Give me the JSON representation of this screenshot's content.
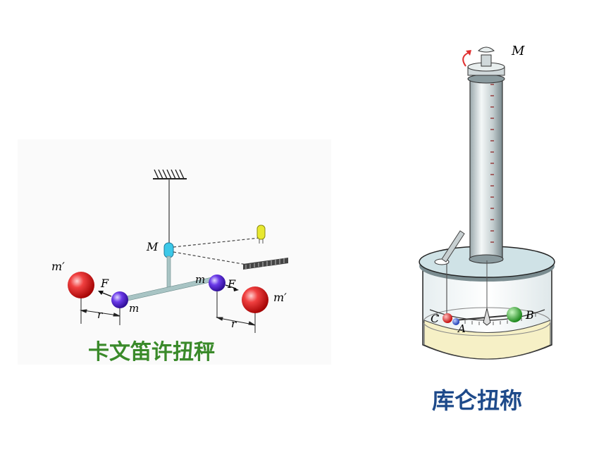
{
  "cavendish": {
    "caption": "卡文笛许扭秤",
    "labels": {
      "mirror": "M",
      "big_mass_left": "m′",
      "big_mass_right": "m′",
      "small_mass_left": "m",
      "small_mass_right": "m",
      "force_left": "F",
      "force_right": "F",
      "distance_left": "r",
      "distance_right": "r"
    }
  },
  "coulomb": {
    "caption": "库仑扭称",
    "labels": {
      "knob": "M",
      "ball_a": "A",
      "ball_b": "B",
      "ball_c": "C"
    }
  },
  "colors": {
    "cavendish_caption": "#3a8a2a",
    "coulomb_caption": "#1e4a8a",
    "big_sphere": "#e02020",
    "small_sphere": "#5a2ad8",
    "rod": "#a8c4c4",
    "mirror": "#3cc8e8",
    "lamp": "#e8e830",
    "cylinder_top": "#cfe2e6",
    "base_fill": "#f6f0c6",
    "ball_green": "#22aa22",
    "arrow_red": "#e03030"
  }
}
